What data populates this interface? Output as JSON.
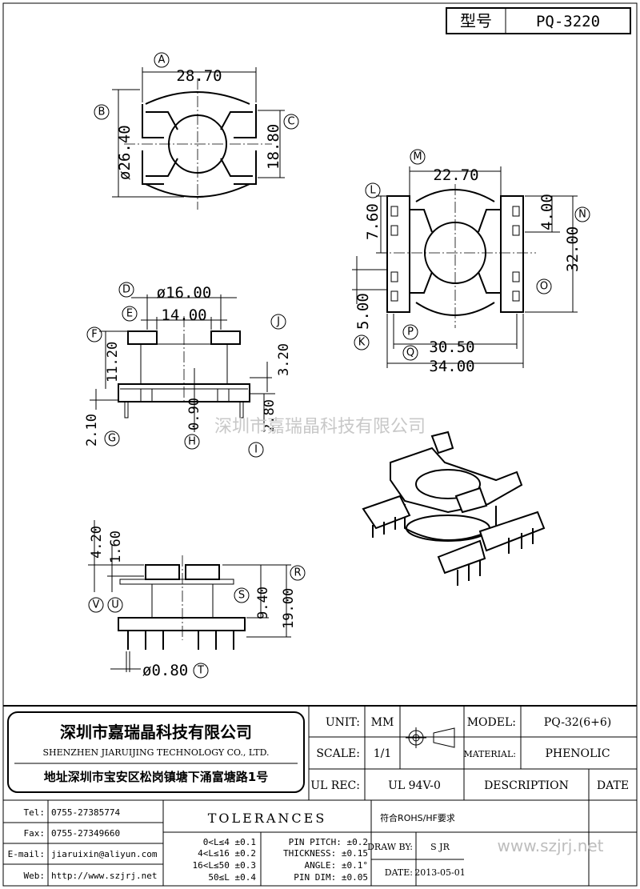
{
  "model_box": {
    "label": "型号",
    "value": "PQ-3220"
  },
  "top_view": {
    "width": "28.70",
    "dia": "ø26.40",
    "inner": "18.80",
    "tags": [
      "A",
      "B",
      "C"
    ]
  },
  "bottom_view": {
    "width_top": "22.70",
    "h1": "7.60",
    "h2": "4.00",
    "h3": "32.00",
    "h4": "5.00",
    "w1": "30.50",
    "w2": "34.00",
    "tags": [
      "M",
      "L",
      "N",
      "O",
      "K",
      "P",
      "Q"
    ]
  },
  "front_view": {
    "d16": "ø16.00",
    "d14": "14.00",
    "h1120": "11.20",
    "h320": "3.20",
    "h210": "2.10",
    "h090": "0.90",
    "h280": "2.80",
    "tags": [
      "D",
      "E",
      "F",
      "J",
      "G",
      "H",
      "I"
    ]
  },
  "side_view": {
    "h420": "4.20",
    "h160": "1.60",
    "h940": "9.40",
    "h1900": "19.00",
    "pin": "ø0.80",
    "tags": [
      "R",
      "S",
      "V",
      "U",
      "T"
    ]
  },
  "watermark": "深圳市嘉瑞晶科技有限公司",
  "company": {
    "name_cn": "深圳市嘉瑞晶科技有限公司",
    "name_en": "SHENZHEN JIARUIJING TECHNOLOGY CO., LTD.",
    "address": "地址深圳市宝安区松岗镇塘下涌富塘路1号"
  },
  "title_block": {
    "unit_label": "UNIT:",
    "unit_value": "MM",
    "scale_label": "SCALE:",
    "scale_value": "1/1",
    "ulrec_label": "UL REC:",
    "ulrec_value": "UL 94V-0",
    "model_label": "MODEL:",
    "model_value": "PQ-32(6+6)",
    "material_label": "MATERIAL:",
    "material_value": "PHENOLIC",
    "description_label": "DESCRIPTION",
    "date_label": "DATE",
    "tolerances_label": "TOLERANCES",
    "rohs": "符合ROHS/HF要求",
    "drawby_label": "DRAW BY:",
    "drawby_value": "S JR",
    "date_field_label": "DATE:",
    "date_value": "2013-05-01",
    "website_big": "www.szjrj.net"
  },
  "contacts": [
    {
      "label": "Tel:",
      "value": "0755-27385774"
    },
    {
      "label": "Fax:",
      "value": "0755-27349660"
    },
    {
      "label": "E-mail:",
      "value": "jiaruixin@aliyun.com"
    },
    {
      "label": "Web:",
      "value": "http://www.szjrj.net"
    }
  ],
  "tolerance_rows": [
    "0<L≤4 ±0.1",
    "4<L≤16 ±0.2",
    "16<L≤50 ±0.3",
    "50≤L ±0.4"
  ],
  "tolerance_rows_right": [
    "PIN PITCH: ±0.2",
    "THICKNESS: ±0.15",
    "ANGLE: ±0.1°",
    "PIN DIM: ±0.05"
  ]
}
